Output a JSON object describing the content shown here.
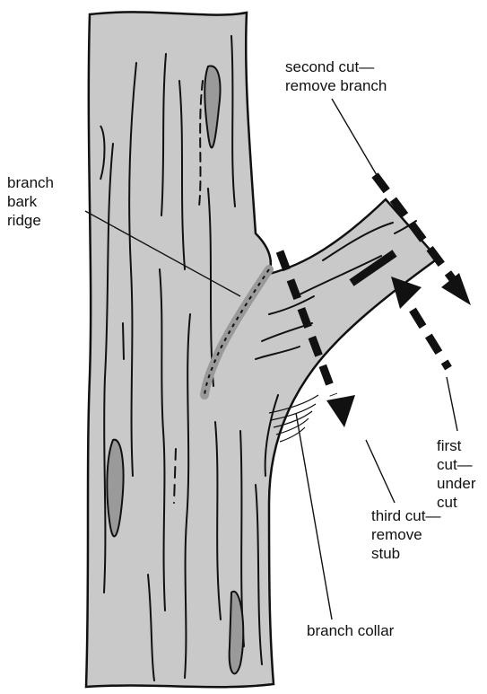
{
  "colors": {
    "bark": "#c9c9c9",
    "bark_shadow": "#9a9a9a",
    "ink": "#111111",
    "background": "#ffffff"
  },
  "labels": {
    "second_cut": [
      "second cut—",
      "remove branch"
    ],
    "branch_bark_ridge": [
      "branch",
      "bark",
      "ridge"
    ],
    "first_cut": [
      "first",
      "cut—",
      "under",
      "cut"
    ],
    "third_cut": [
      "third cut—",
      "remove",
      "stub"
    ],
    "branch_collar": [
      "branch collar"
    ]
  }
}
